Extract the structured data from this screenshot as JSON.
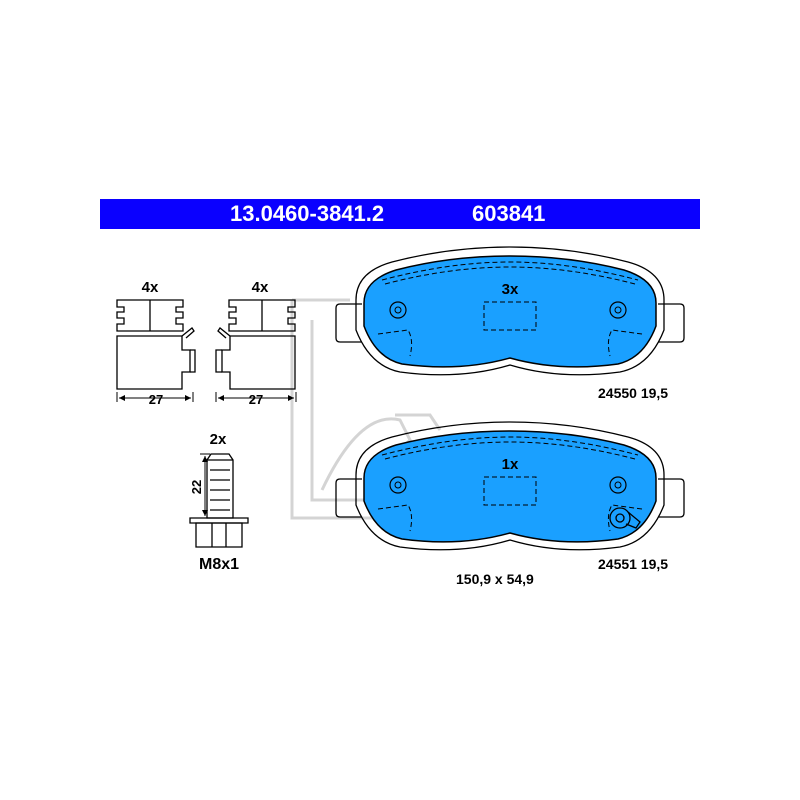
{
  "header": {
    "part_number": "13.0460-3841.2",
    "code": "603841",
    "background_color": "#0a00ff",
    "text_color": "#ffffff"
  },
  "clips": {
    "left": {
      "qty": "4x",
      "dimension": "27"
    },
    "right": {
      "qty": "4x",
      "dimension": "27"
    }
  },
  "bolt": {
    "qty": "2x",
    "length": "22",
    "thread": "M8x1"
  },
  "pads": {
    "top": {
      "qty": "3x",
      "ref": "24550 19,5"
    },
    "bottom": {
      "qty": "1x",
      "ref": "24551 19,5"
    },
    "size": "150,9 x 54,9",
    "fill_color": "#1aa0ff"
  },
  "watermark": {
    "logo_icon": "ate-logo-watermark"
  }
}
